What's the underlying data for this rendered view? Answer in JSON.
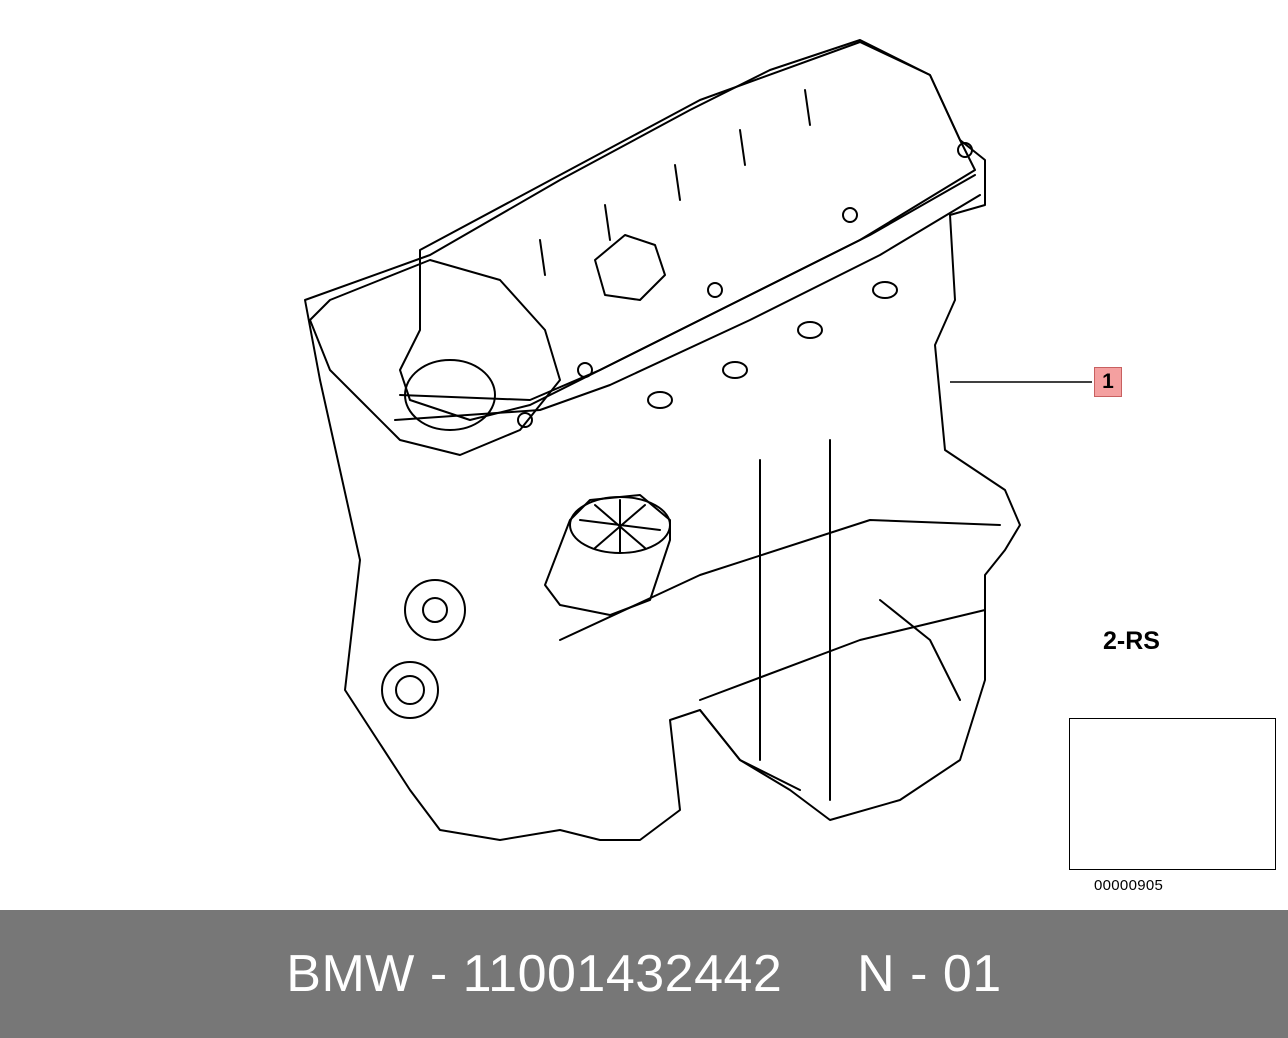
{
  "callout": {
    "number": "1"
  },
  "variant_label": "2-RS",
  "thumbnail": {
    "code": "00000905",
    "icon": "car-sedan-icon"
  },
  "footer": {
    "text": "BMW - 11001432442     N - 01"
  },
  "colors": {
    "footer_bg": "#777777",
    "callout_bg": "#f4a0a0"
  }
}
